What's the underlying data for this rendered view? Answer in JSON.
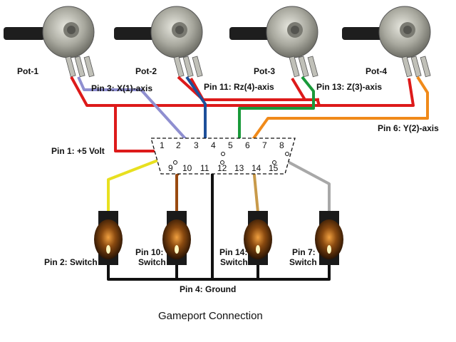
{
  "pots": [
    "Pot-1",
    "Pot-2",
    "Pot-3",
    "Pot-4"
  ],
  "connector": {
    "top_pins": [
      "1",
      "2",
      "3",
      "4",
      "5",
      "6",
      "7",
      "8"
    ],
    "bottom_pins": [
      "9",
      "10",
      "11",
      "12",
      "13",
      "14",
      "15"
    ]
  },
  "labels": {
    "pin3": "Pin 3: X(1)-axis",
    "pin11": "Pin 11: Rz(4)-axis",
    "pin13": "Pin 13: Z(3)-axis",
    "pin6": "Pin 6: Y(2)-axis",
    "pin1": "Pin 1:  +5 Volt",
    "pin2": "Pin 2: Switch",
    "pin10_a": "Pin 10:",
    "pin10_b": "Switch",
    "pin14_a": "Pin 14:",
    "pin14_b": "Switch",
    "pin7_a": "Pin 7:",
    "pin7_b": "Switch",
    "pin4": "Pin 4:  Ground"
  },
  "caption": "Gameport Connection",
  "colors": {
    "red": "#dd1a1a",
    "lavender": "#8f8fd0",
    "blue": "#1d4f9a",
    "green": "#1a9a3a",
    "orange": "#f08a1a",
    "yellow": "#e8e020",
    "brown": "#9a4a10",
    "black": "#111111",
    "tan": "#c89a4a",
    "gray": "#a8a8a8"
  }
}
